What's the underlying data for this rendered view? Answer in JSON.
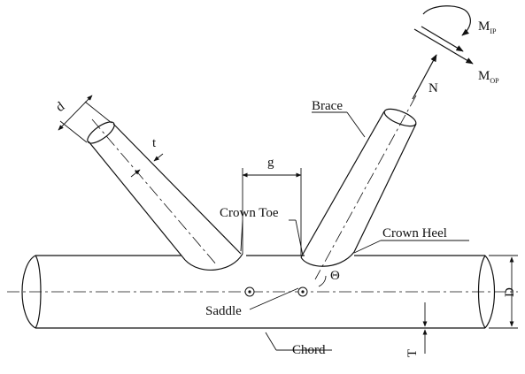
{
  "labels": {
    "brace": "Brace",
    "crown_toe": "Crown Toe",
    "crown_heel": "Crown Heel",
    "saddle": "Saddle",
    "chord": "Chord",
    "gap": "g",
    "brace_diameter": "d",
    "brace_thickness": "t",
    "chord_diameter": "D",
    "chord_thickness": "T",
    "angle": "Θ",
    "axial_force": "N",
    "moment_symbol": "M",
    "in_plane_subscript": "IP",
    "out_of_plane_subscript": "OP"
  }
}
